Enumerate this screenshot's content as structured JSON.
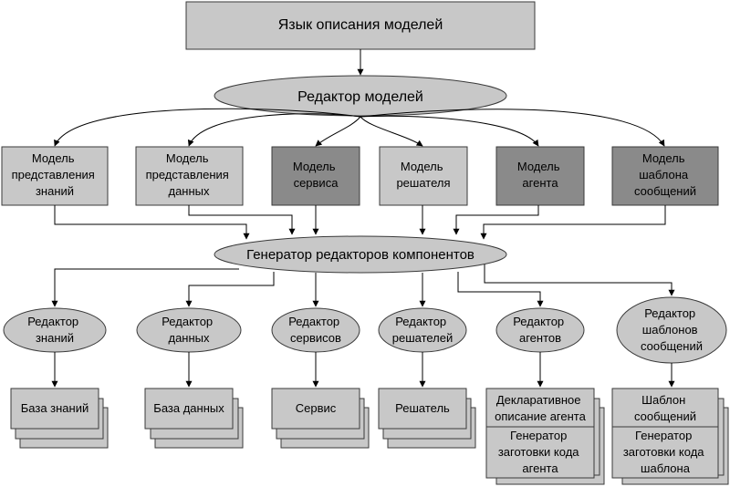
{
  "top_box": "Язык описания моделей",
  "model_editor": "Редактор моделей",
  "models": [
    [
      "Модель",
      "представления",
      "знаний"
    ],
    [
      "Модель",
      "представления",
      "данных"
    ],
    [
      "Модель",
      "сервиса"
    ],
    [
      "Модель",
      "решателя"
    ],
    [
      "Модель",
      "агента"
    ],
    [
      "Модель",
      "шаблона",
      "сообщений"
    ]
  ],
  "generator": "Генератор редакторов компонентов",
  "editors": [
    [
      "Редактор",
      "знаний"
    ],
    [
      "Редактор",
      "данных"
    ],
    [
      "Редактор",
      "сервисов"
    ],
    [
      "Редактор",
      "решателей"
    ],
    [
      "Редактор",
      "агентов"
    ],
    [
      "Редактор",
      "шаблонов",
      "сообщений"
    ]
  ],
  "outputs": {
    "knowledge_base": "База знаний",
    "database": "База данных",
    "service": "Сервис",
    "solver": "Решатель",
    "agent_decl": [
      "Декларативное",
      "описание агента"
    ],
    "agent_gen": [
      "Генератор",
      "заготовки кода",
      "агента"
    ],
    "template_msg": [
      "Шаблон",
      "сообщений"
    ],
    "template_gen": [
      "Генератор",
      "заготовки кода",
      "шаблона"
    ]
  }
}
